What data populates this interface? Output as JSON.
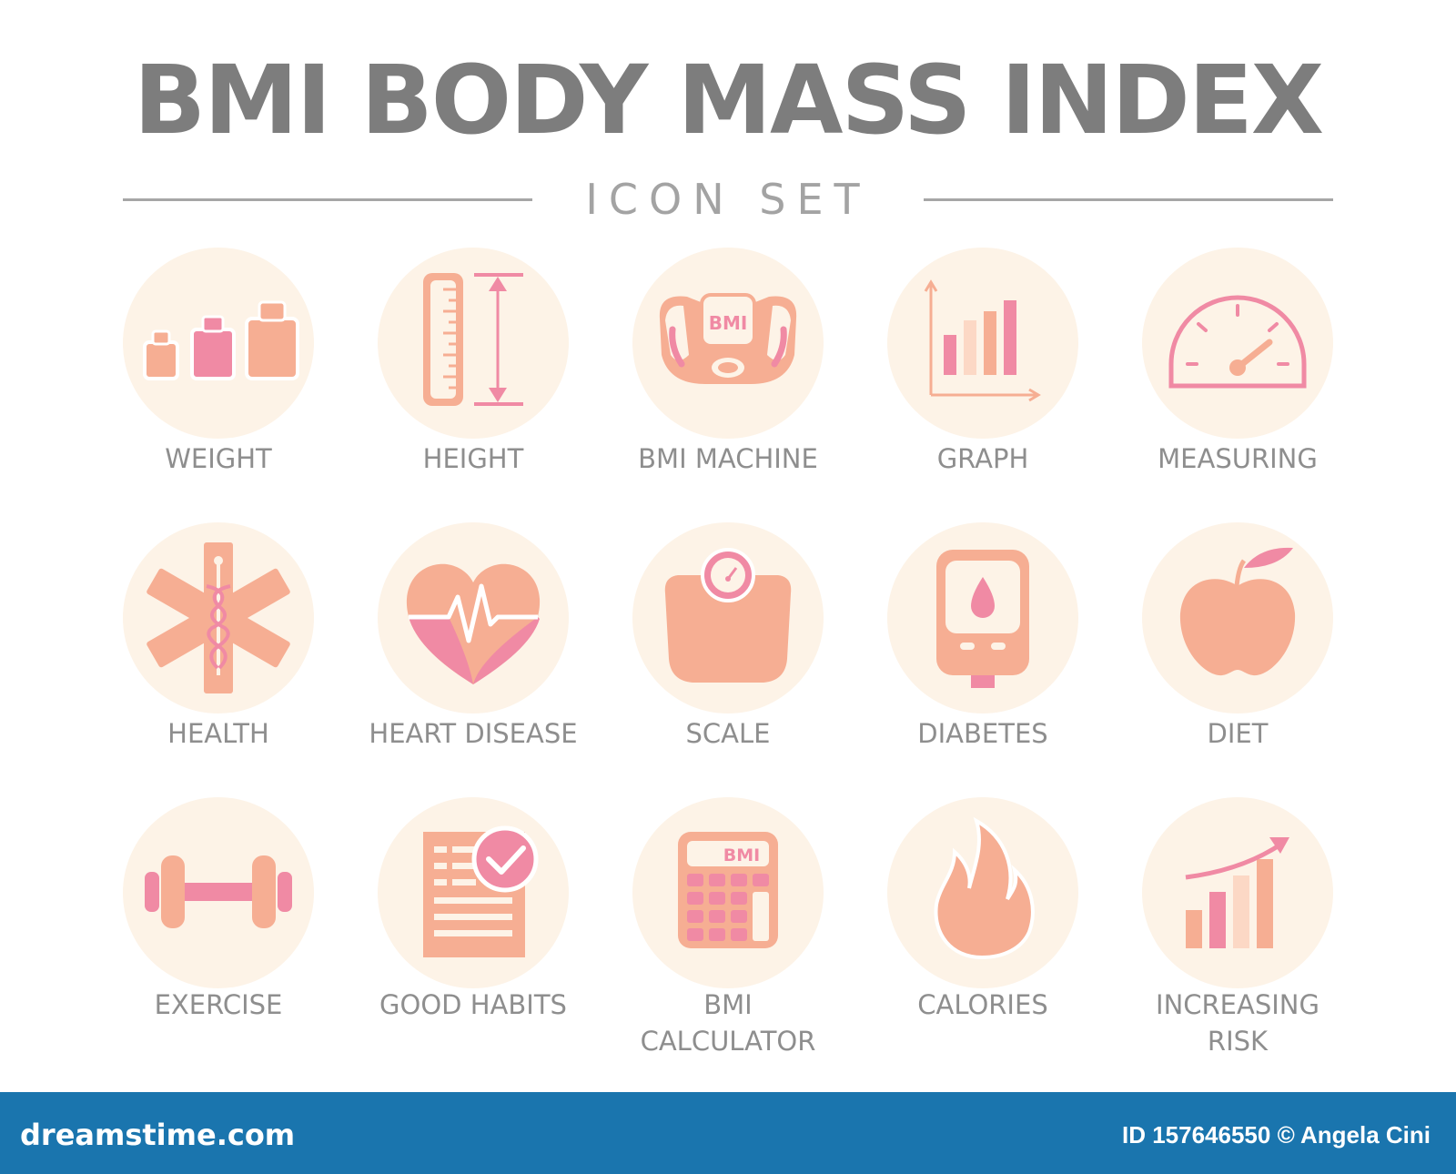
{
  "title": "BMI BODY MASS INDEX",
  "subtitle": "ICON SET",
  "colors": {
    "circle": "#fdf3e7",
    "peach": "#f6ae93",
    "pink": "#f08aa4",
    "title": "#7d7d7d",
    "footer": "#1a75ae"
  },
  "icons": [
    {
      "name": "weight-icon",
      "label": "WEIGHT"
    },
    {
      "name": "height-icon",
      "label": "HEIGHT"
    },
    {
      "name": "bmi-machine-icon",
      "label": "BMI MACHINE",
      "text": "BMI"
    },
    {
      "name": "graph-icon",
      "label": "GRAPH"
    },
    {
      "name": "measuring-icon",
      "label": "MEASURING"
    },
    {
      "name": "health-icon",
      "label": "HEALTH"
    },
    {
      "name": "heart-disease-icon",
      "label": "HEART DISEASE"
    },
    {
      "name": "scale-icon",
      "label": "SCALE"
    },
    {
      "name": "diabetes-icon",
      "label": "DIABETES"
    },
    {
      "name": "diet-icon",
      "label": "DIET"
    },
    {
      "name": "exercise-icon",
      "label": "EXERCISE"
    },
    {
      "name": "good-habits-icon",
      "label": "GOOD HABITS"
    },
    {
      "name": "bmi-calculator-icon",
      "label_line1": "BMI",
      "label_line2": "CALCULATOR",
      "text": "BMI"
    },
    {
      "name": "calories-icon",
      "label": "CALORIES"
    },
    {
      "name": "increasing-risk-icon",
      "label_line1": "INCREASING",
      "label_line2": "RISK"
    }
  ],
  "footer": {
    "brand": "dreamstime.com",
    "credit": "ID 157646550 © Angela Cini"
  }
}
